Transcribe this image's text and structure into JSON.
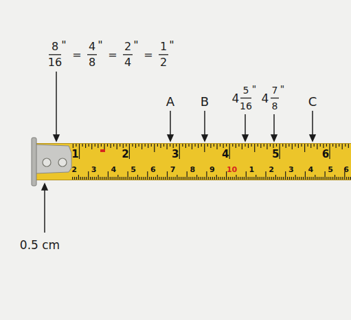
{
  "diagram": {
    "labels": [
      "8",
      "16",
      "\"",
      "=",
      "4",
      "8",
      "\"",
      "=",
      "2",
      "4",
      "\"",
      "=",
      "1",
      "2",
      "\"",
      "A",
      "B",
      "4",
      "5",
      "16",
      "\"",
      "4",
      "7",
      "8",
      "\"",
      "C",
      "0.5 cm",
      "1",
      "2",
      "3",
      "4",
      "5",
      "6",
      "2",
      "3",
      "4",
      "5",
      "6",
      "7",
      "8",
      "9",
      "10",
      "1",
      "2",
      "3",
      "4",
      "5",
      "6"
    ]
  }
}
